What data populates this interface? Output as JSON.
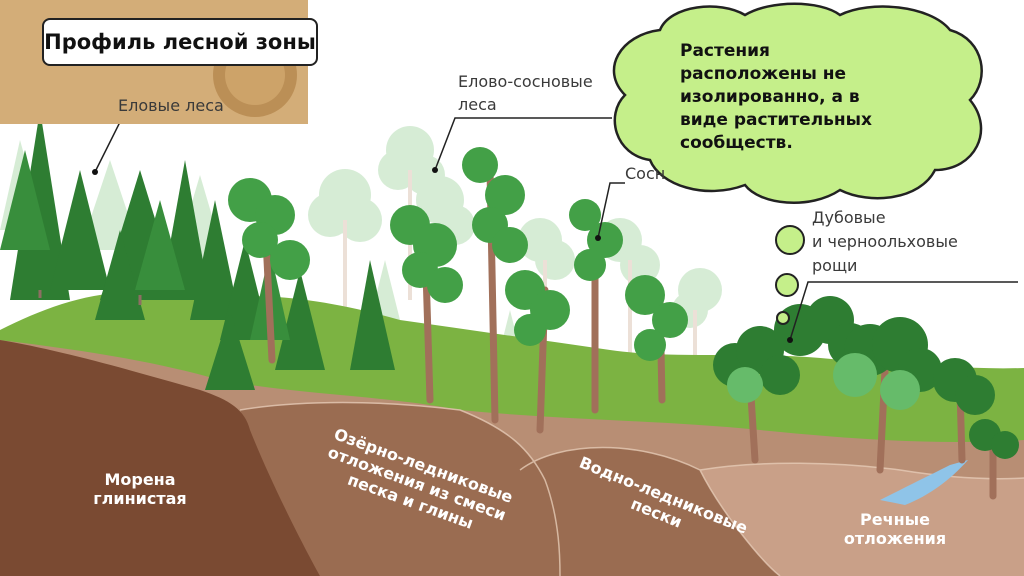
{
  "title": "Профиль лесной зоны",
  "labels": {
    "spruce": "Еловые леса",
    "spruce_pine_1": "Елово-сосновые",
    "spruce_pine_2": "леса",
    "pine": "Сосн",
    "oak_1": "Дубовые",
    "oak_2": "и черноольховые",
    "oak_3": "рощи"
  },
  "cloud": {
    "line1": "Растения",
    "line2": "расположены не",
    "line3": "изолированно, а в",
    "line4": "виде растительных",
    "line5": "сообществ."
  },
  "soils": {
    "moraine_1": "Морена",
    "moraine_2": "глинистая",
    "lake_1": "Озёрно-ледниковые",
    "lake_2": "отложения из смеси",
    "lake_3": "песка и глины",
    "glacial_1": "Водно-ледниковые",
    "glacial_2": "пески",
    "river_1": "Речные",
    "river_2": "отложения"
  },
  "colors": {
    "soil_dark": "#7a4a32",
    "soil_mid": "#9a6c51",
    "soil_light": "#b88e74",
    "grass": "#7cb342",
    "grass_dark": "#5e9b32",
    "spruce": "#2e7d32",
    "deciduous": "#43a047",
    "cloud": "#c5ef8a",
    "water": "#8fc4e8"
  }
}
